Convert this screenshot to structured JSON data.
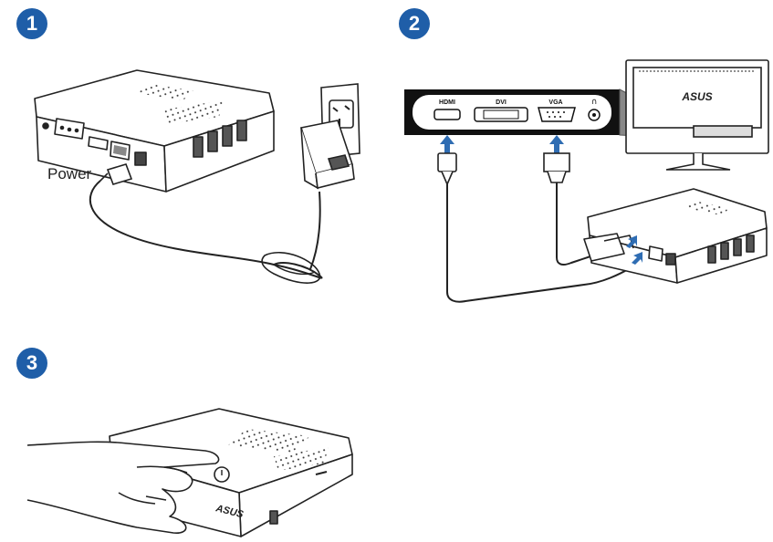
{
  "steps": [
    {
      "number": "1"
    },
    {
      "number": "2"
    },
    {
      "number": "3"
    }
  ],
  "step1": {
    "power_label": "Power"
  },
  "step2": {
    "ports": {
      "hdmi": "HDMI",
      "dvi": "DVI",
      "vga": "VGA"
    },
    "monitor_brand": "ASUS"
  },
  "step3": {
    "device_brand": "ASUS"
  },
  "colors": {
    "step_badge": "#1f5ea8",
    "line": "#222222",
    "shade": "#6e6e6e",
    "arrow_blue": "#2f6db3",
    "device_fill": "#ffffff"
  }
}
